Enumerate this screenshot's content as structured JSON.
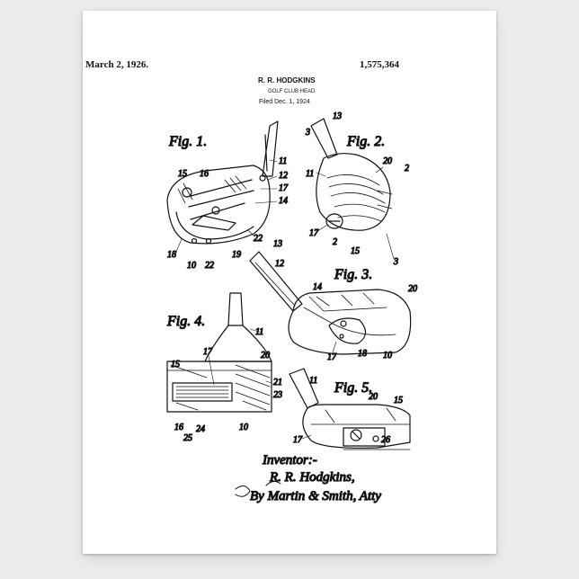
{
  "patent": {
    "date": "March 2, 1926.",
    "number": "1,575,364",
    "inventor_name": "R. R. HODGKINS",
    "subject": "GOLF CLUB HEAD",
    "filed": "Filed Dec. 1, 1924"
  },
  "figures": [
    {
      "label": "Fig. 1."
    },
    {
      "label": "Fig. 2."
    },
    {
      "label": "Fig. 3."
    },
    {
      "label": "Fig. 4."
    },
    {
      "label": "Fig. 5."
    }
  ],
  "refs": {
    "fig1": [
      "11",
      "12",
      "15",
      "16",
      "17",
      "14",
      "18",
      "10",
      "22",
      "19",
      "22"
    ],
    "fig2": [
      "3",
      "13",
      "11",
      "20",
      "2",
      "17",
      "2",
      "15",
      "3"
    ],
    "fig3": [
      "13",
      "12",
      "14",
      "20",
      "17",
      "18",
      "10"
    ],
    "fig4": [
      "11",
      "17",
      "20",
      "15",
      "21",
      "16",
      "24",
      "25",
      "23",
      "10"
    ],
    "fig5": [
      "11",
      "20",
      "15",
      "17",
      "26"
    ]
  },
  "signature": {
    "inventor_label": "Inventor:-",
    "inventor_sig": "R. R. Hodgkins,",
    "attorney_sig": "By Martin & Smith, Atty"
  }
}
